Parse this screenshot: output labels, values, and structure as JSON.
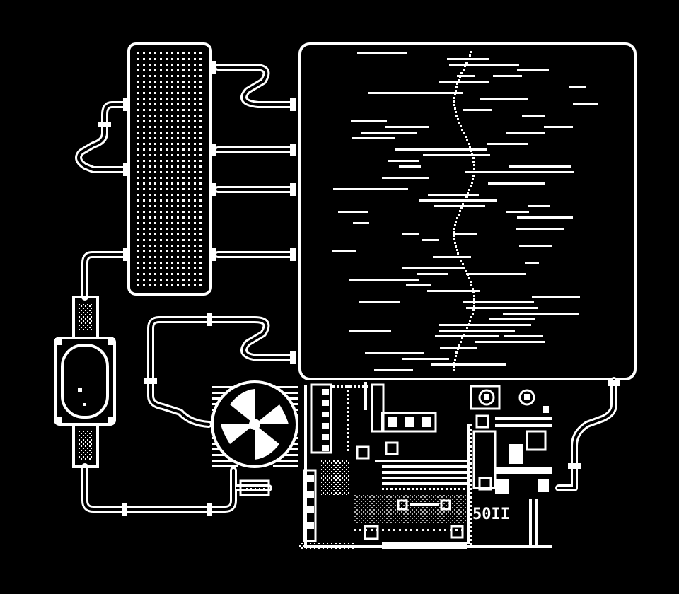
{
  "colors": {
    "background": "#000000",
    "foreground": "#ffffff"
  },
  "components": [
    {
      "id": "radiator",
      "icon": "radiator-icon"
    },
    {
      "id": "reservoir",
      "icon": "reservoir-icon"
    },
    {
      "id": "pump-fan",
      "icon": "fan-icon"
    },
    {
      "id": "display-panel",
      "icon": "panel-icon"
    },
    {
      "id": "circuit-board",
      "icon": "circuit-board-icon"
    }
  ],
  "board_text": "50II"
}
